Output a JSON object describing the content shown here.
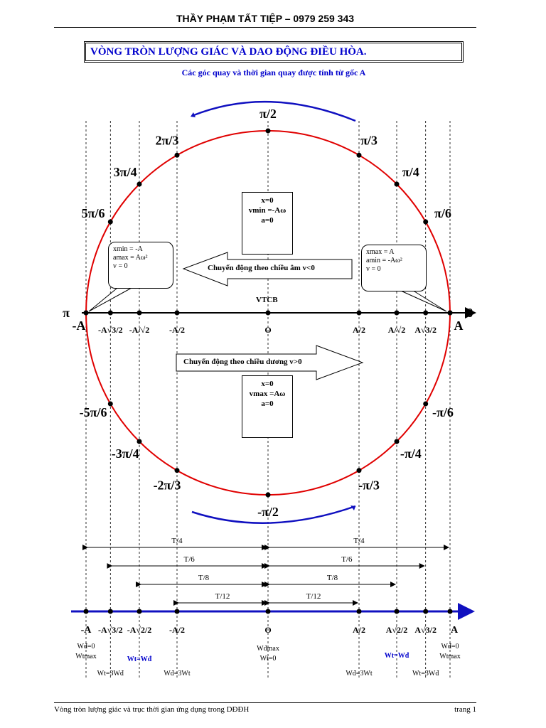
{
  "header": "THẦY PHẠM TẤT TIỆP – 0979 259 343",
  "title": "VÒNG TRÒN LƯỢNG GIÁC VÀ DAO ĐỘNG ĐIỀU HÒA.",
  "subtitle": "Các góc quay và thời gian quay được tính từ gốc A",
  "center_label": "VTCB",
  "origin_label": "O",
  "angle_labels": [
    "π/2",
    "π/3",
    "2π/3",
    "π/4",
    "3π/4",
    "π/6",
    "5π/6",
    "π",
    "0",
    "-π/6",
    "-5π/6",
    "-π/4",
    "-3π/4",
    "-π/3",
    "-2π/3",
    "-π/2"
  ],
  "axis_labels": [
    "-A",
    "-A√3/2",
    "-A/√2",
    "-A/2",
    "O",
    "A/2",
    "A/√2",
    "A√3/2",
    "A"
  ],
  "bottom_axis_labels": [
    "-A",
    "-A√3/2",
    "-A√2/2",
    "-A/2",
    "O",
    "A/2",
    "A√2/2",
    "A√3/2",
    "A"
  ],
  "box_top": {
    "x": "x=0",
    "v": "vmin =-Aω",
    "a": "a=0"
  },
  "box_bottom": {
    "x": "x=0",
    "v": "vmax =Aω",
    "a": "a=0"
  },
  "bubble_left": {
    "x": "xmin = -A",
    "a": "amax = Aω²",
    "v": "v = 0"
  },
  "bubble_right": {
    "x": "xmax = A",
    "a": "amin = -Aω²",
    "v": "v = 0"
  },
  "arrow_neg": "Chuyển động theo chiều âm v<0",
  "arrow_pos": "Chuyển động theo chiều dương v>0",
  "times": {
    "t4": "T/4",
    "t6": "T/6",
    "t8": "T/8",
    "t12": "T/12"
  },
  "energy": {
    "left_end": "Wđ=0\nWtmax",
    "left_mid": "Wt=Wđ",
    "left_quarter": "Wt=3Wđ",
    "left_half": "Wđ=3Wt",
    "center": "Wđmax\nWt=0",
    "right_half": "Wđ=3Wt",
    "right_mid": "Wt=Wđ",
    "right_quarter": "Wt=3Wđ",
    "right_end": "Wđ=0\nWtmax"
  },
  "footer": {
    "left": "Vòng tròn lượng giác và trục thời gian ứng dụng trong DĐĐH",
    "right": "trang  1"
  },
  "colors": {
    "circle": "#e00000",
    "blue": "#1010c0",
    "text_blue": "#0000cc"
  }
}
